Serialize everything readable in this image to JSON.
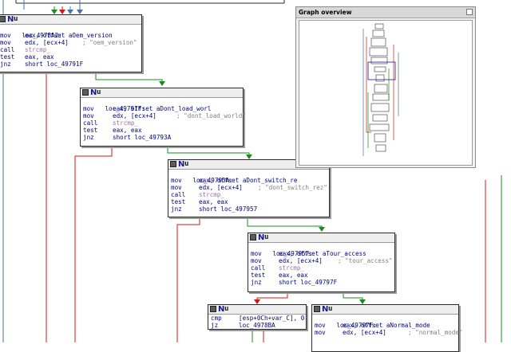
{
  "colors": {
    "edge_blue": "#4a6fa0",
    "edge_green": "#1b8c1b",
    "edge_red": "#d01818",
    "text": "#000080",
    "comment": "#808080",
    "callee": "#9c6ea0",
    "highlight": "#b9d7ff"
  },
  "icons": {
    "header_grid": "node-grid-icon",
    "header_n": "N",
    "header_u": "u",
    "close": "close-icon"
  },
  "overview": {
    "title": "Graph overview"
  },
  "blocks": {
    "b0": {
      "label": "loc_4978A2:",
      "comment": "; \"oem_version\"",
      "lines": [
        {
          "mn": "mov",
          "op": "eax, offset aOem_version"
        },
        {
          "mn": "mov",
          "op": "edx, [ecx+4]"
        },
        {
          "mn": "call",
          "op": "strcmp_"
        },
        {
          "mn": "test",
          "op": "eax, eax"
        },
        {
          "mn": "jnz",
          "op": "short loc_49791F"
        }
      ]
    },
    "b1": {
      "label": "loc_49791F:",
      "comment": "; \"dont_load_world\"",
      "lines": [
        {
          "mn": "mov",
          "op": "eax, offset aDont_load_worl"
        },
        {
          "mn": "mov",
          "op": "edx, [ecx+4]"
        },
        {
          "mn": "call",
          "op": "strcmp_"
        },
        {
          "mn": "test",
          "op": "eax, eax"
        },
        {
          "mn": "jnz",
          "op": "short loc_49793A"
        }
      ]
    },
    "b2": {
      "label": "loc_49793A:",
      "comment": "; \"dont_switch_rez\"",
      "lines": [
        {
          "mn": "mov",
          "op": "eax, offset aDont_switch_re"
        },
        {
          "mn": "mov",
          "op": "edx, [ecx+4]"
        },
        {
          "mn": "call",
          "op": "strcmp_"
        },
        {
          "mn": "test",
          "op": "eax, eax"
        },
        {
          "mn": "jnz",
          "op": "short loc_497957"
        }
      ]
    },
    "b3": {
      "label": "loc_497957:",
      "comment": "; \"tour_access\"",
      "lines": [
        {
          "mn": "mov",
          "op": "eax, offset aTour_access"
        },
        {
          "mn": "mov",
          "op": "edx, [ecx+4]"
        },
        {
          "mn": "call",
          "op": "strcmp_"
        },
        {
          "mn": "test",
          "op": "eax, eax"
        },
        {
          "mn": "jnz",
          "op": "short loc_49797F"
        }
      ]
    },
    "b4": {
      "lines": [
        {
          "mn": "cmp",
          "op": "[esp+0Ch+var_C], 0"
        },
        {
          "mn": "jz",
          "op": "loc_4978BA"
        }
      ]
    },
    "b5": {
      "label": "loc_49797F:",
      "comment": "; \"normal_mode\"",
      "lines": [
        {
          "mn": "mov",
          "op": "eax, offset aNormal_mode"
        },
        {
          "mn": "mov",
          "op": "edx, [ecx+4]"
        }
      ]
    }
  }
}
